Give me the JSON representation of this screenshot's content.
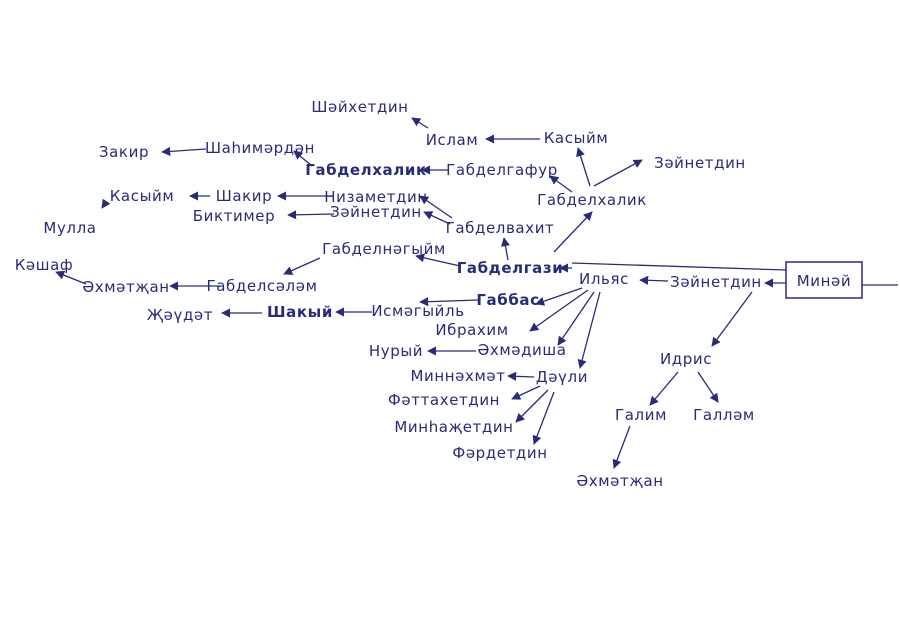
{
  "colors": {
    "ink": "#2a2a7a",
    "paper": "#ffffff"
  },
  "names": {
    "minai": "Минәй",
    "zainetdin_1": "Зәйнетдин",
    "ilyas": "Ильяс",
    "idris": "Идрис",
    "galim": "Галим",
    "gallam": "Галләм",
    "akhmatjan_1": "Әхмәтҗан",
    "gabdelgazi": "Габделгази",
    "gabdelkhalik_1": "Габделхалик",
    "zainetdin_2": "Зәйнетдин",
    "kasyim_1": "Касыйм",
    "islam": "Ислам",
    "shaikhetdin": "Шәйхетдин",
    "gabdelgafur": "Габделгафур",
    "gabdelkhalik_2": "Габделхалик",
    "shahimardan": "Шаһимәрдән",
    "zakir": "Закир",
    "gabdelvakhit": "Габделвахит",
    "nizametdin": "Низаметдин",
    "zainetdin_3": "Зәйнетдин",
    "shakir": "Шакир",
    "biktimer": "Биктимер",
    "kasyim_2": "Касыйм",
    "mulla": "Мулла",
    "gabdelnagyim": "Габделнәгыйм",
    "gabdelsalam": "Габделсәләм",
    "akhmatjan_2": "Әхмәтҗан",
    "kashaf": "Кәшаф",
    "gabbas": "Габбас",
    "ismagyil": "Исмәгыйль",
    "shakyi": "Шакый",
    "jaudat": "Җәүдәт",
    "ibrahim": "Ибрахим",
    "akhmadisha": "Әхмәдиша",
    "nuryi": "Нурый",
    "dauli": "Дәүли",
    "minnakhmat": "Миннәхмәт",
    "fattakhetdin": "Фәттахетдин",
    "minhajetdin": "Минһаҗетдин",
    "fardetdin": "Фәрдетдин"
  }
}
